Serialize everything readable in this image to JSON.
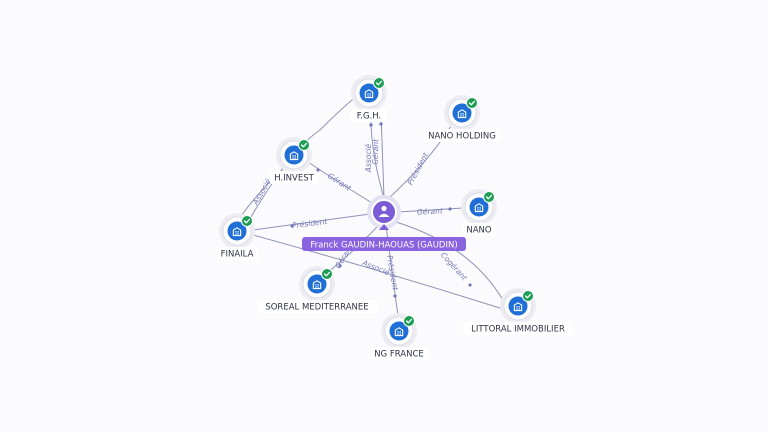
{
  "center": {
    "name": "Franck GAUDIN-HAOUAS (GAUDIN)",
    "icon": "person-icon"
  },
  "colors": {
    "accent": "#7b5bd6",
    "company": "#1f6fd6",
    "verified": "#1e9e54",
    "edge": "#8e91b8"
  },
  "nodes": [
    {
      "id": "fgh",
      "label": "F.G.H.",
      "icon": "building-icon",
      "verified": true
    },
    {
      "id": "nano-holding",
      "label": "NANO HOLDING",
      "icon": "building-icon",
      "verified": true
    },
    {
      "id": "hinvest",
      "label": "H.INVEST",
      "icon": "building-icon",
      "verified": true
    },
    {
      "id": "nano",
      "label": "NANO",
      "icon": "building-icon",
      "verified": true
    },
    {
      "id": "finaila",
      "label": "FINAILA",
      "icon": "building-icon",
      "verified": true
    },
    {
      "id": "soreal",
      "label": "SOREAL MEDITERRANEE",
      "icon": "building-icon",
      "verified": true
    },
    {
      "id": "littoral",
      "label": "LITTORAL IMMOBILIER",
      "icon": "building-icon",
      "verified": true
    },
    {
      "id": "ngfrance",
      "label": "NG FRANCE",
      "icon": "building-icon",
      "verified": true
    }
  ],
  "edges": [
    {
      "id": "e-fgh",
      "from": "center",
      "to": "fgh",
      "label": "Gérant"
    },
    {
      "id": "e-fgh2",
      "from": "center",
      "to": "fgh",
      "label": "Associé"
    },
    {
      "id": "e-nanoh",
      "from": "center",
      "to": "nano-holding",
      "label": "Président"
    },
    {
      "id": "e-hinvest",
      "from": "center",
      "to": "hinvest",
      "label": "Gérant"
    },
    {
      "id": "e-nano",
      "from": "center",
      "to": "nano",
      "label": "Gérant"
    },
    {
      "id": "e-finaila",
      "from": "center",
      "to": "finaila",
      "label": "Président"
    },
    {
      "id": "e-soreal",
      "from": "center",
      "to": "soreal",
      "label": "Gérant"
    },
    {
      "id": "e-ngfrance",
      "from": "center",
      "to": "ngfrance",
      "label": "Président"
    },
    {
      "id": "e-littoral",
      "from": "center",
      "to": "littoral",
      "label": "Cogérant"
    },
    {
      "id": "e-finaila-hinvest",
      "from": "finaila",
      "to": "hinvest",
      "label": "Associé"
    },
    {
      "id": "e-finaila-fgh",
      "from": "finaila",
      "to": "fgh",
      "label": ""
    },
    {
      "id": "e-finaila-littoral",
      "from": "finaila",
      "to": "littoral",
      "label": "Associé"
    }
  ]
}
